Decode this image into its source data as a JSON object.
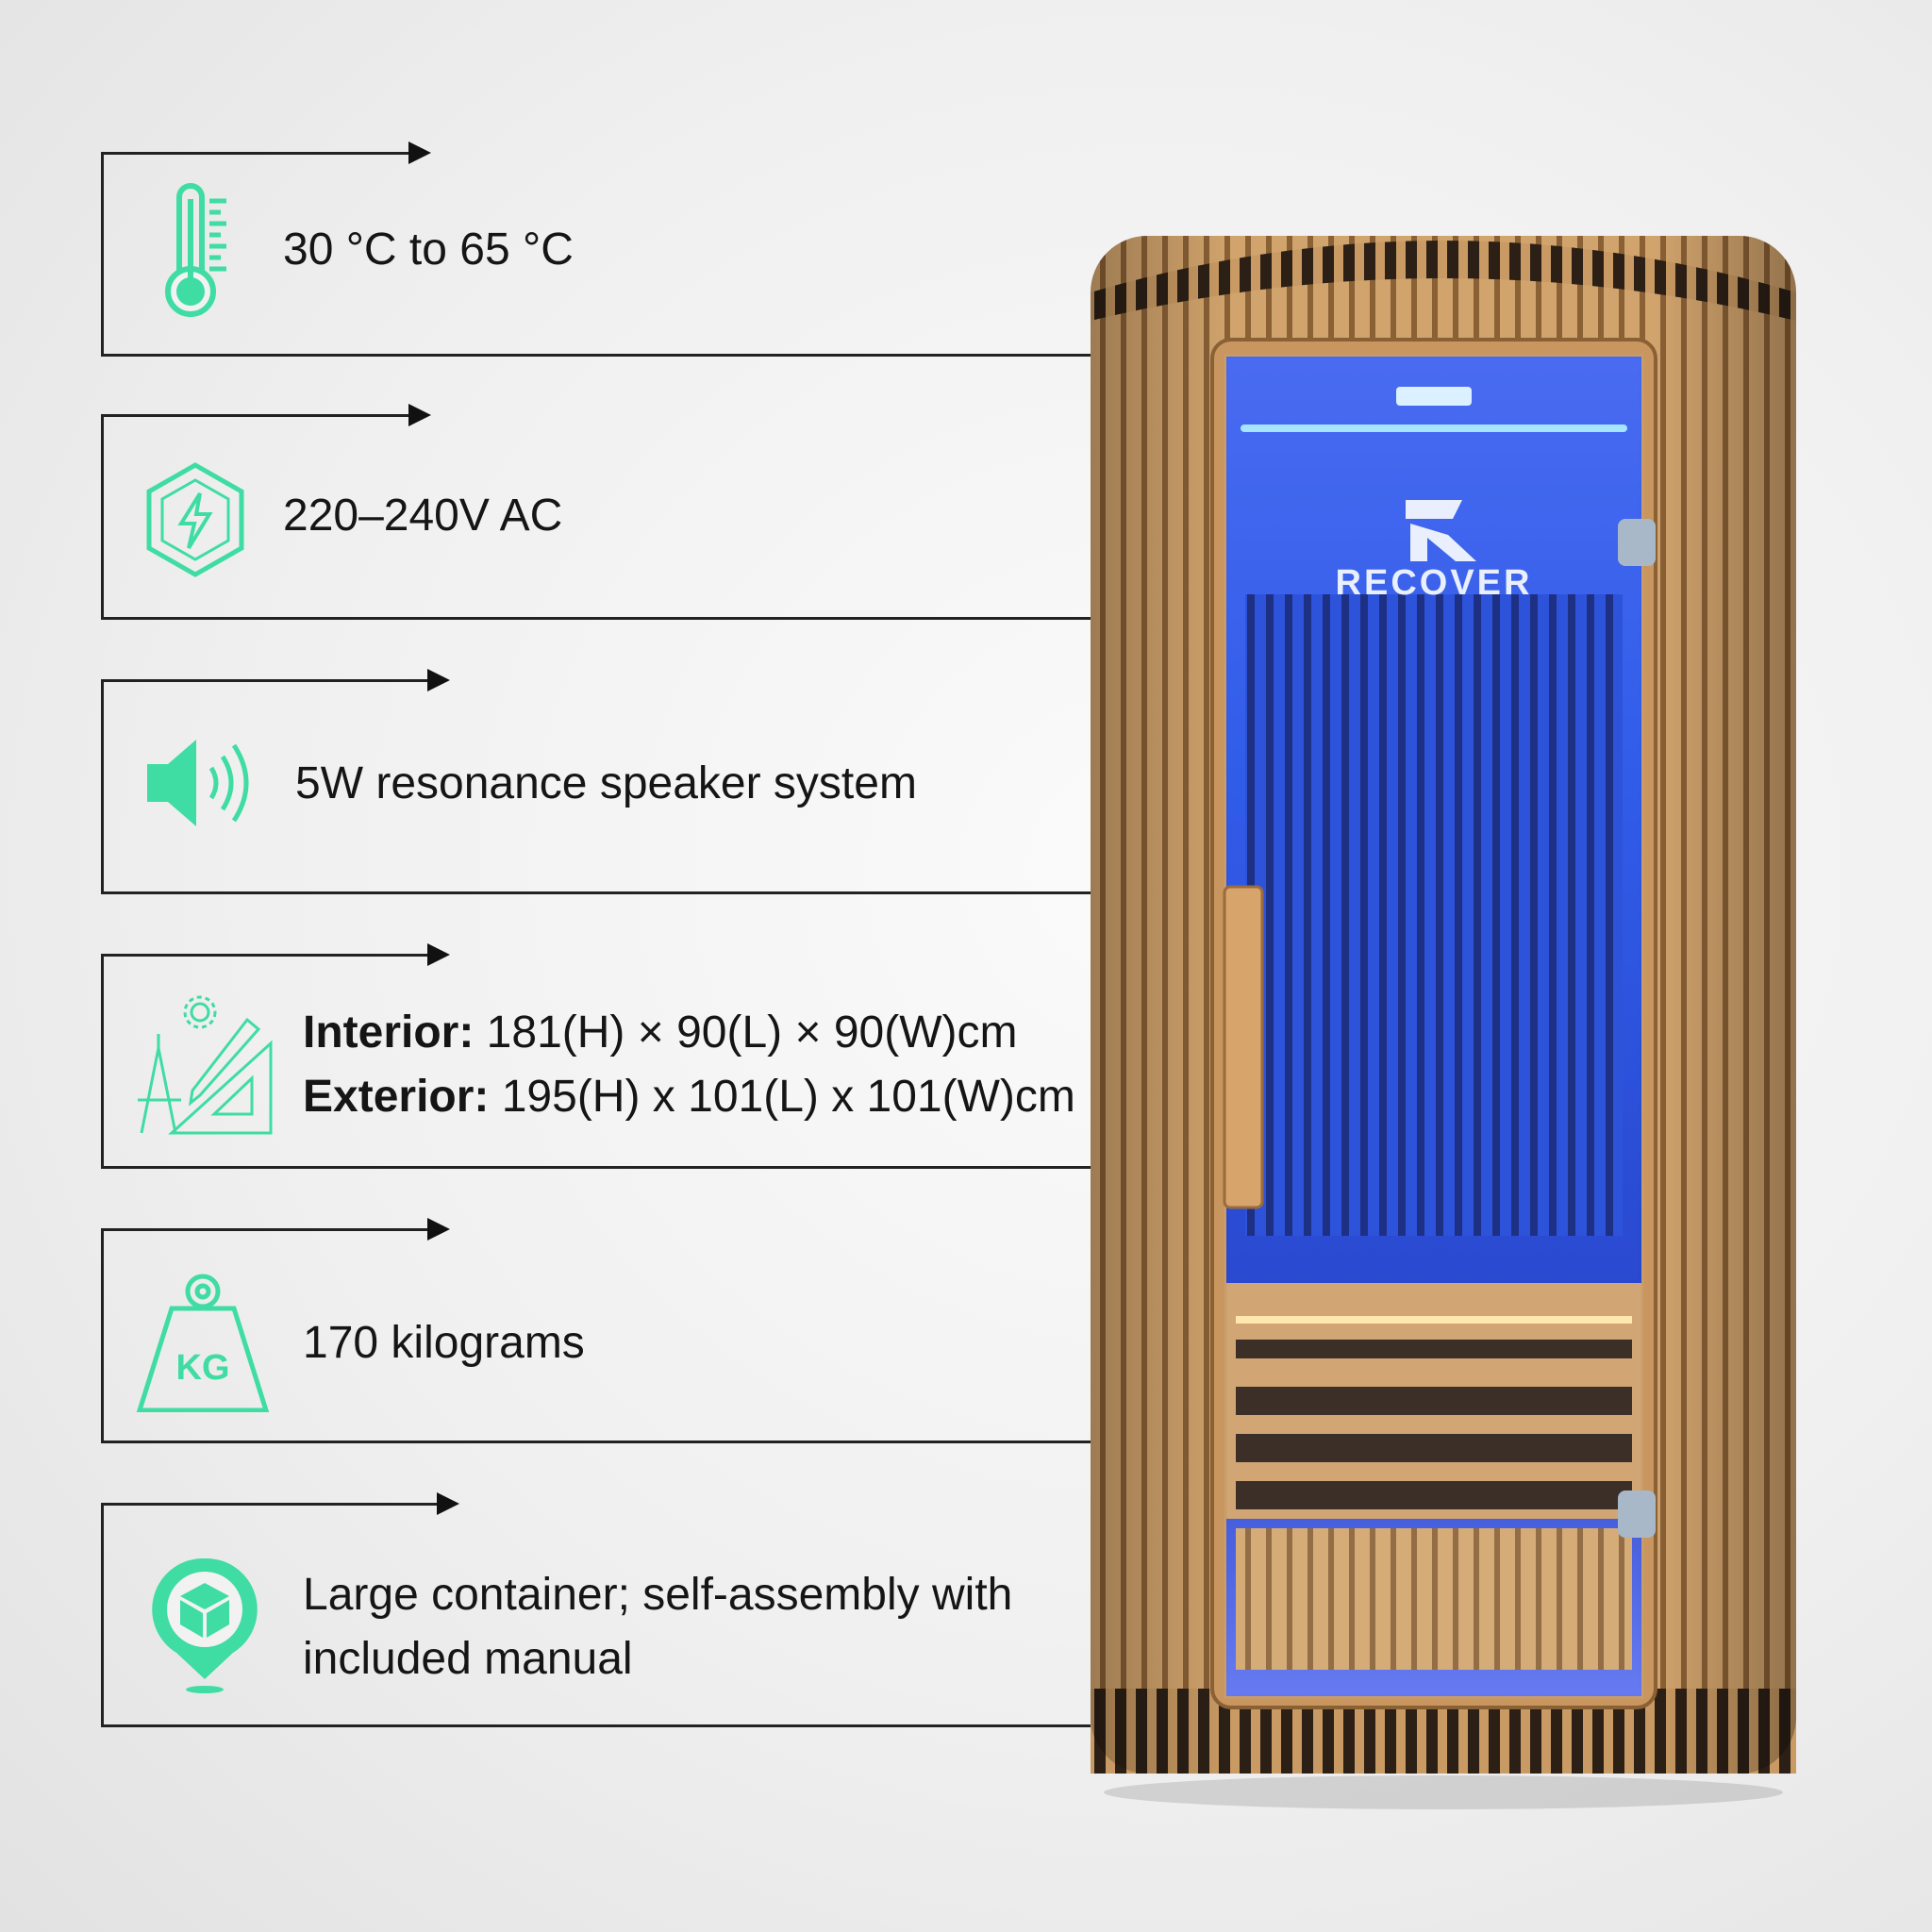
{
  "accent_color": "#3fdca4",
  "specs": [
    {
      "icon": "thermometer-icon",
      "text": "30 °C to 65 °C"
    },
    {
      "icon": "lightning-hexagon-icon",
      "text": "220–240V AC"
    },
    {
      "icon": "speaker-icon",
      "text": "5W resonance speaker system"
    },
    {
      "icon": "drafting-tools-icon",
      "interior_label": "Interior:",
      "interior_value": " 181(H) × 90(L) × 90(W)cm",
      "exterior_label": "Exterior:",
      "exterior_value": " 195(H) x 101(L) x 101(W)cm"
    },
    {
      "icon": "weight-kg-icon",
      "icon_text": "KG",
      "text": "170 kilograms"
    },
    {
      "icon": "package-location-icon",
      "line1": "Large container; self-assembly with",
      "line2": "included manual"
    }
  ],
  "product": {
    "brand": "RECOVER",
    "logo_letter": "R"
  }
}
